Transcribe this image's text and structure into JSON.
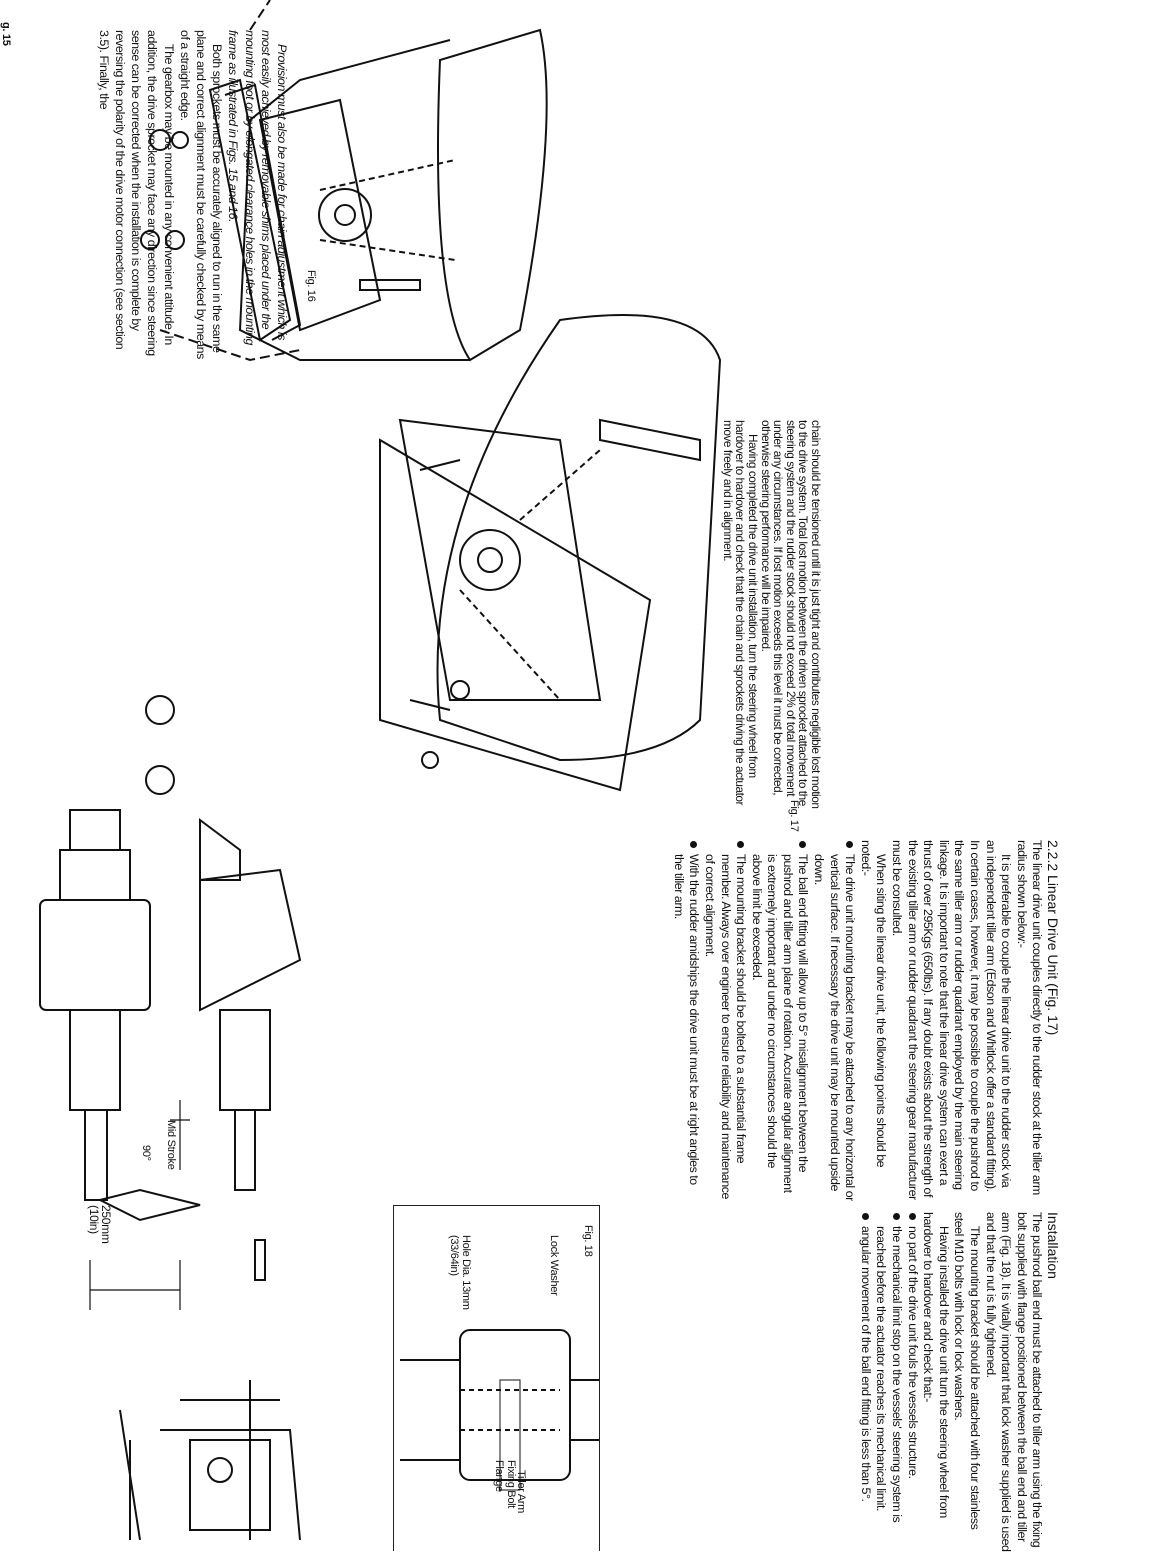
{
  "col1": {
    "p1": "Provision must also be made for chain adjustment which is most easily achieved by removable shims placed under the mounting foot or by elongated clearance holes in the mounting frame as illustrated in Figs. 15 and 16.",
    "p2": "Both sprockets must be accurately aligned to run in the same plane and correct alignment must be carefully checked by means of a straight edge.",
    "p3": "The gearbox may be mounted in any convenient attitude. In addition, the drive sprocket may face any direction since steering sense can be corrected when the installation is complete by reversing the polarity of the drive motor connection (see section 3.5). Finally, the"
  },
  "col2": {
    "p1": "chain should be tensioned until it is just tight and contributes negligible lost motion to the drive system. Total lost motion between the driven sprocket attached to the steering system and the rudder stock should not exceed 2% of total movement under any circumstances. If lost motion exceeds this level it must be corrected, otherwise steering performance will be impaired.",
    "p2": "Having completed the drive unit installation, turn the steering wheel from hardover to hardover and check that the chain and sprockets driving the actuator move freely and in alignment."
  },
  "col3": {
    "heading": "2.2.2  Linear Drive Unit (Fig. 17)",
    "p1": "The linear drive unit couples directly to the rudder stock at the tiller arm radius shown below:-",
    "p2": "It is preferable to couple the linear drive unit to the rudder stock via an independent tiller arm (Edson and Whitlock offer a standard fitting). In certain cases, however, it may be possible to couple the pushrod to the same tiller arm or rudder quadrant employed by the main steering linkage. It is important to note that the linear drive system can exert a thrust of over 295Kgs (650lbs). If any doubt exists about the strength of the existing tiller arm or rudder quadrant the steering gear manufacturer must be consulted.",
    "p3": "When siting the linear drive unit, the following points should be noted:-",
    "bullets": [
      "The drive unit mounting bracket may be attached to any horizontal or vertical surface. If necessary the drive unit may be mounted upside down.",
      "The ball end fitting will allow up to 5° misalignment between the pushrod and tiller arm plane of rotation. Accurate angular alignment is extremely important and under no circumstances should the above limit be exceeded.",
      "The mounting bracket should be bolted to a substantial frame member. Always over engineer to ensure reliability and maintenance of correct alignment.",
      "With the rudder amidships the drive unit must be at right angles to the tiller arm."
    ]
  },
  "col4": {
    "heading": "Installation",
    "p1": "The pushrod ball end must be attached to tiller arm using the fixing bolt supplied with flange positioned between the ball end and tiller arm (Fig. 18). It is vitally important that lock washer supplied is used and that the nut is fully tightened.",
    "p2": "The mounting bracket should be attached with four stainless steel M10 bolts with lock or lock washers.",
    "p3": "Having installed the drive unit turn the steering wheel from hardover to hardover and check that:-",
    "bullets": [
      "no part of the drive unit fouls the vessels structure.",
      "the mechanical limit stop on the vessels' steering system is reached before the actuator reaches its mechanical limit.",
      "angular movement of the ball end fitting is less than 5°."
    ]
  },
  "figures": {
    "fig15": "g. 15",
    "fig16": "Fig. 16",
    "fig17": "Fig. 17",
    "fig18": "Fig. 18",
    "fig17_labels": {
      "mid_stroke": "Mid Stroke",
      "angle": "90°",
      "radius": "250mm (10in)"
    },
    "fig18_labels": {
      "lock_washer": "Lock Washer",
      "hole_dia": "Hole Dia. 13mm (33/64in)",
      "fixing_bolt_flange": "Fixing Bolt Flange",
      "tiller_arm": "Tiller Arm"
    }
  }
}
